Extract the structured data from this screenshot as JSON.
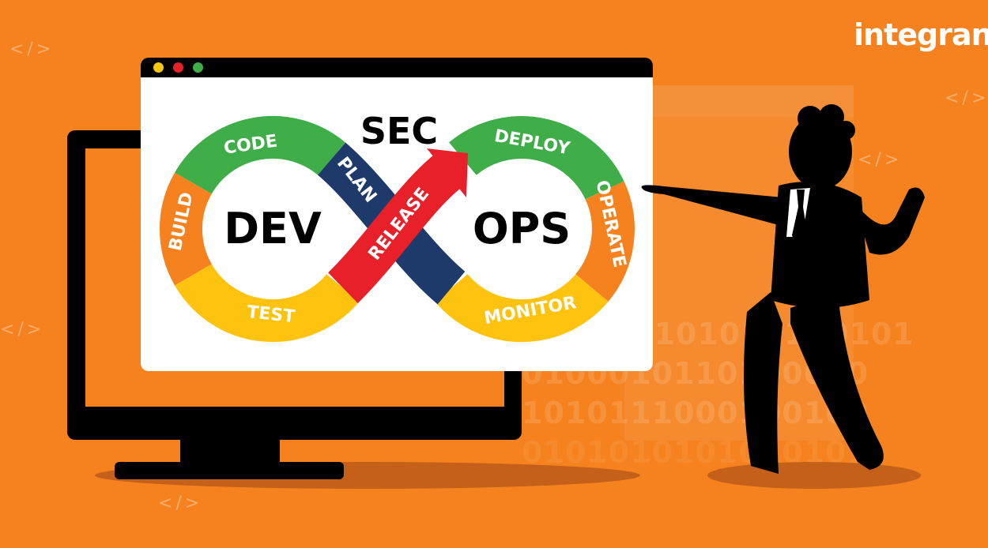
{
  "brand": {
    "logo_text": "integrant"
  },
  "code_tags": [
    "</>",
    "</>",
    "</>",
    "</>",
    "</>"
  ],
  "binary_lines": [
    "0101010110101",
    "0100010110100010",
    "1010111000100100",
    "0101010101010101"
  ],
  "diagram": {
    "heading": "SEC",
    "left_center": "DEV",
    "right_center": "OPS",
    "stages": [
      {
        "label": "CODE",
        "color": "#3fae49"
      },
      {
        "label": "BUILD",
        "color": "#f5821f"
      },
      {
        "label": "TEST",
        "color": "#fdc30f"
      },
      {
        "label": "PLAN",
        "color": "#1d3a6b"
      },
      {
        "label": "RELEASE",
        "color": "#e8202a"
      },
      {
        "label": "DEPLOY",
        "color": "#3fae49"
      },
      {
        "label": "OPERATE",
        "color": "#f5821f"
      },
      {
        "label": "MONITOR",
        "color": "#fdc30f"
      }
    ]
  },
  "window_dots": [
    "#f6c70f",
    "#e8202a",
    "#3fae49"
  ],
  "colors": {
    "background": "#f5821f",
    "shadow": "#c4601a"
  }
}
